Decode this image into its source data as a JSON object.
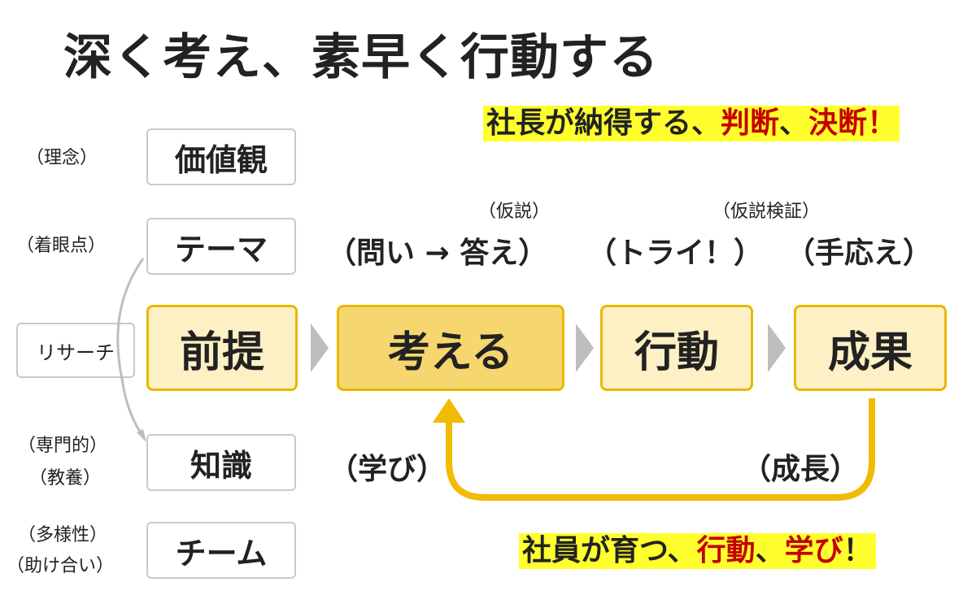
{
  "title": "深く考え、素早く行動する",
  "callouts": {
    "top": {
      "part1": "社長が納得する、",
      "red1": "判断",
      "sep": "、",
      "red2": "決断",
      "end": "！"
    },
    "bottom": {
      "part1": "社員が育つ、",
      "red1": "行動",
      "sep": "、",
      "red2": "学び",
      "end": "！"
    }
  },
  "left": {
    "rinen": "（理念）",
    "kachikan": "価値観",
    "chakugan": "（着眼点）",
    "theme": "テーマ",
    "research": "リサーチ",
    "senmon1": "（専門的）",
    "senmon2": "（教養）",
    "chishiki": "知識",
    "tayou1": "（多様性）",
    "tayou2": "（助け合い）",
    "team": "チーム"
  },
  "flow": {
    "zentei": "前提",
    "kangaeru": "考える",
    "koudou": "行動",
    "seika": "成果"
  },
  "phases": {
    "kasetsu": "（仮説）",
    "toi_kotae": "（問い → 答え）",
    "kasetsu_kensho": "（仮説検証）",
    "try": "（トライ！）",
    "tegotae": "（手応え）",
    "manabi": "（学び）",
    "seichou": "（成長）"
  },
  "colors": {
    "highlight": "#ffff2e",
    "emphasis_red": "#c40000",
    "flow_border": "#e8b800",
    "flow_fill": "#fdf0c4",
    "flow_main_fill": "#f6d66e",
    "loop_arrow": "#f0bb00",
    "chevron": "#bdbdbd",
    "box_border": "#c9c9c9"
  }
}
